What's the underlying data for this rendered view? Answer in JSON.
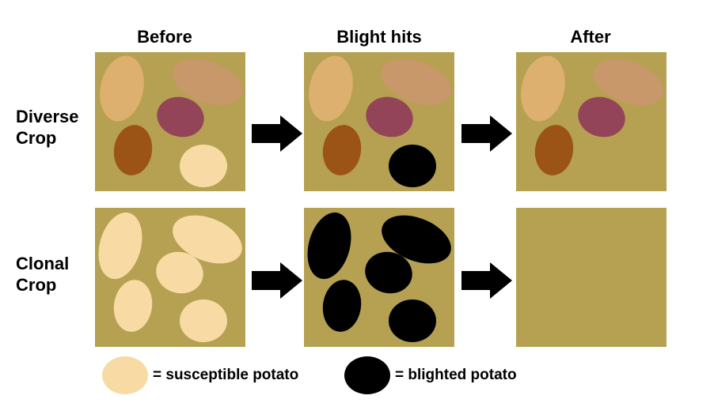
{
  "columns": {
    "before": "Before",
    "blight": "Blight hits",
    "after": "After"
  },
  "rows": {
    "diverse": {
      "line1": "Diverse",
      "line2": "Crop"
    },
    "clonal": {
      "line1": "Clonal",
      "line2": "Crop"
    }
  },
  "legend": {
    "susceptible": "= susceptible potato",
    "blighted": "= blighted potato"
  },
  "colors": {
    "soil": "#b5a151",
    "susceptible": "#f8dba4",
    "blighted": "#000000",
    "tan": "#ddb06f",
    "pinkish_brown": "#c8986a",
    "purple": "#944458",
    "brown": "#9b5316"
  }
}
